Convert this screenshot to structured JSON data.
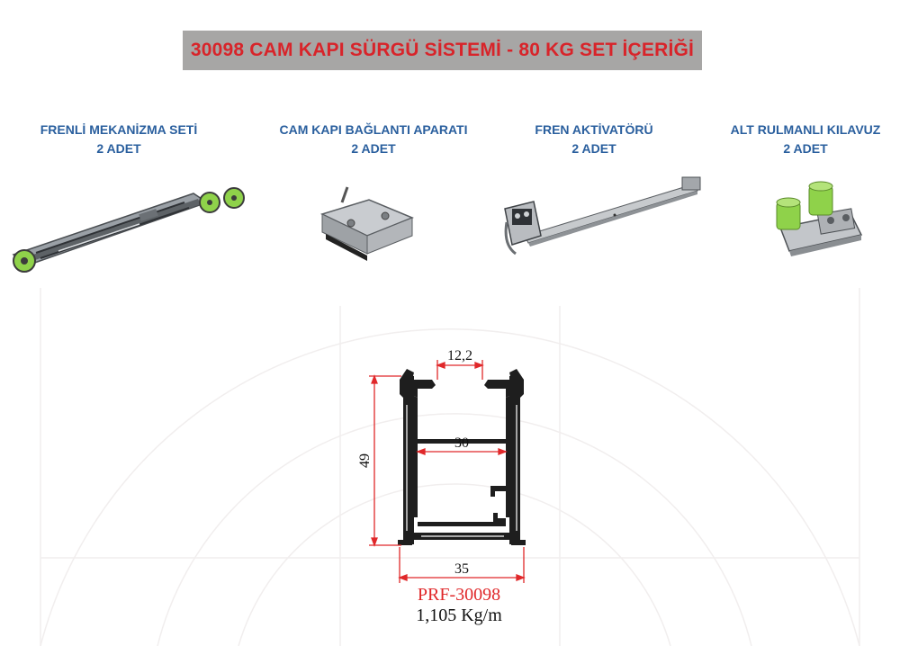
{
  "title": "30098 CAM KAPI SÜRGÜ SİSTEMİ - 80 KG SET İÇERİĞİ",
  "items": [
    {
      "name": "FRENLİ MEKANİZMA SETİ",
      "qty": "2 ADET",
      "icon": "brake-mechanism"
    },
    {
      "name": "CAM KAPI BAĞLANTI APARATI",
      "qty": "2 ADET",
      "icon": "glass-door-clamp"
    },
    {
      "name": "FREN AKTİVATÖRÜ",
      "qty": "2 ADET",
      "icon": "brake-activator"
    },
    {
      "name": "ALT RULMANLI KILAVUZ",
      "qty": "2 ADET",
      "icon": "bottom-roller-guide"
    }
  ],
  "profile": {
    "code": "PRF-30098",
    "weight": "1,105 Kg/m",
    "dimensions": {
      "top_opening": "12,2",
      "inner_width": "30",
      "height": "49",
      "width": "35"
    }
  },
  "colors": {
    "title_bg": "#a7a6a5",
    "title_text": "#d8242a",
    "label_text": "#2a5f9e",
    "dimension_line": "#e0282a",
    "accent_green": "#8fd24a"
  }
}
